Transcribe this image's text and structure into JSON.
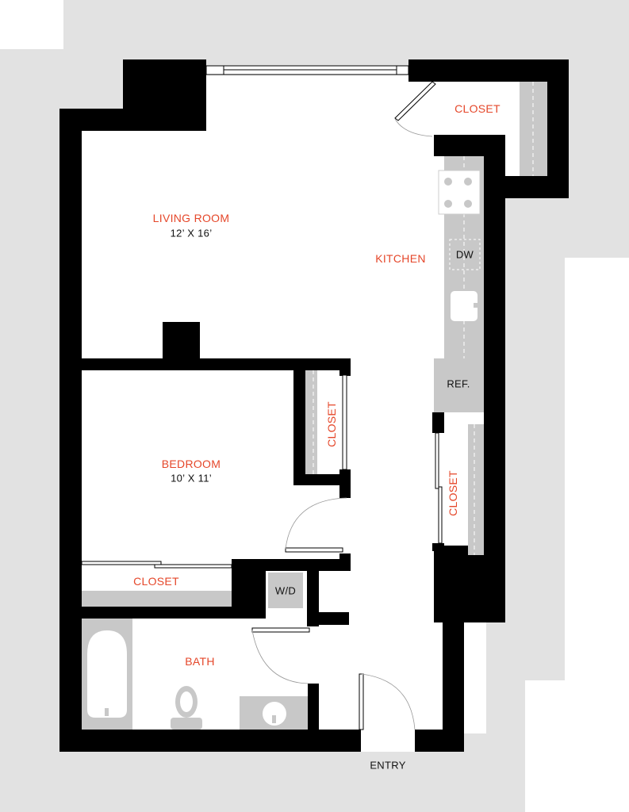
{
  "colors": {
    "room_label": "#e5472a",
    "wall": "#000000",
    "fixture": "#c8c8c8",
    "surround": "#e2e2e2"
  },
  "rooms": {
    "living_room": {
      "name": "LIVING ROOM",
      "dims": "12’ X 16’"
    },
    "kitchen": {
      "name": "KITCHEN"
    },
    "closet_top": {
      "name": "CLOSET"
    },
    "bedroom": {
      "name": "BEDROOM",
      "dims": "10’ X 11’"
    },
    "closet_bedroom": {
      "name": "CLOSET"
    },
    "closet_hall": {
      "name": "CLOSET"
    },
    "closet_lower": {
      "name": "CLOSET"
    },
    "bath": {
      "name": "BATH"
    }
  },
  "fixtures": {
    "dishwasher": "DW",
    "refrigerator": "REF.",
    "washer_dryer": "W/D"
  },
  "entry": "ENTRY"
}
